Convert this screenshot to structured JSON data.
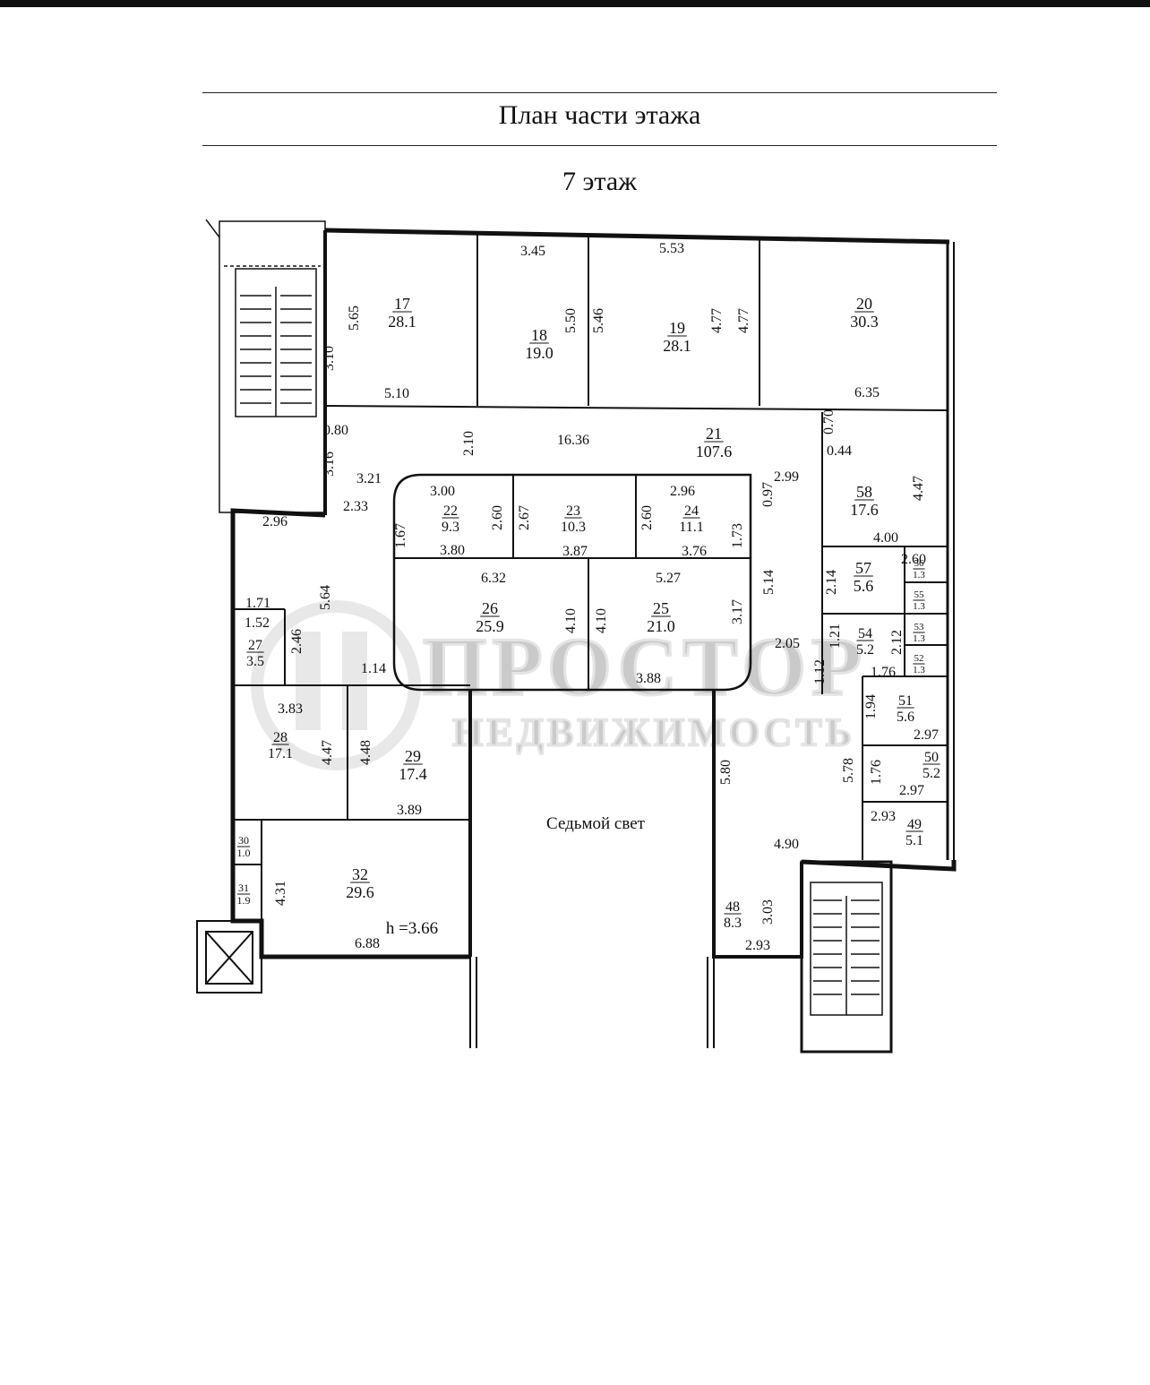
{
  "header": {
    "title": "План части этажа",
    "floor": "7 этаж"
  },
  "plan": {
    "rooms": [
      {
        "id": "17",
        "area": "28.1"
      },
      {
        "id": "18",
        "area": "19.0"
      },
      {
        "id": "19",
        "area": "28.1"
      },
      {
        "id": "20",
        "area": "30.3"
      },
      {
        "id": "21",
        "area": "107.6"
      },
      {
        "id": "22",
        "area": "9.3"
      },
      {
        "id": "23",
        "area": "10.3"
      },
      {
        "id": "24",
        "area": "11.1"
      },
      {
        "id": "26",
        "area": "25.9"
      },
      {
        "id": "25",
        "area": "21.0"
      },
      {
        "id": "27",
        "area": "3.5"
      },
      {
        "id": "28",
        "area": "17.1"
      },
      {
        "id": "29",
        "area": "17.4"
      },
      {
        "id": "30",
        "area": "1.0"
      },
      {
        "id": "31",
        "area": "1.9"
      },
      {
        "id": "32",
        "area": "29.6"
      },
      {
        "id": "58",
        "area": "17.6"
      },
      {
        "id": "57",
        "area": "5.6"
      },
      {
        "id": "56",
        "area": "1.3"
      },
      {
        "id": "55",
        "area": "1.3"
      },
      {
        "id": "54",
        "area": "5.2"
      },
      {
        "id": "53",
        "area": "1.3"
      },
      {
        "id": "52",
        "area": "1.3"
      },
      {
        "id": "51",
        "area": "5.6"
      },
      {
        "id": "50",
        "area": "5.2"
      },
      {
        "id": "49",
        "area": "5.1"
      },
      {
        "id": "48",
        "area": "8.3"
      }
    ],
    "dimensions": [
      "5.65",
      "3.45",
      "5.53",
      "5.50",
      "5.46",
      "4.77",
      "4.77",
      "3.10",
      "5.10",
      "6.35",
      "0.80",
      "2.10",
      "16.36",
      "0.70",
      "0.44",
      "3.16",
      "3.21",
      "2.99",
      "3.00",
      "2.96",
      "2.33",
      "2.96",
      "0.97",
      "2.67",
      "2.60",
      "2.60",
      "1.67",
      "1.73",
      "4.47",
      "3.80",
      "3.87",
      "3.76",
      "4.00",
      "6.32",
      "5.27",
      "2.60",
      "2.14",
      "5.14",
      "1.71",
      "5.64",
      "1.52",
      "2.46",
      "1.14",
      "4.10",
      "4.10",
      "3.17",
      "2.05",
      "1.21",
      "2.12",
      "1.76",
      "1.12",
      "3.88",
      "3.83",
      "4.47",
      "4.48",
      "1.94",
      "2.97",
      "5.80",
      "5.78",
      "1.76",
      "2.97",
      "3.89",
      "2.93",
      "4.90",
      "4.31",
      "3.03",
      "6.88",
      "2.93"
    ],
    "void_label": "Седьмой свет",
    "height_note": "h =3.66"
  },
  "watermark": {
    "line1": "ПРОСТОР",
    "line2": "НЕДВИЖИМОСТЬ"
  }
}
